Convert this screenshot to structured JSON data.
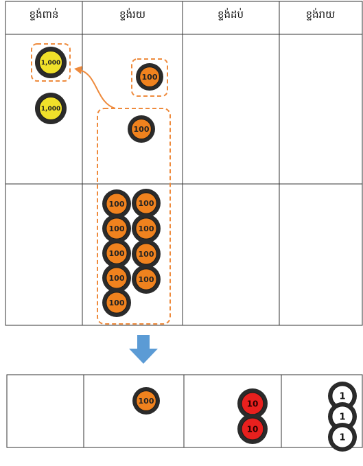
{
  "headers": [
    "ខ្ទង់ពាន់",
    "ខ្ទង់រយ",
    "ខ្ទង់ដប់",
    "ខ្ទង់រាយ"
  ],
  "colors": {
    "thousand_chip": "#f0e02a",
    "hundred_chip": "#f0821e",
    "ten_chip": "#e8201e",
    "one_chip": "#ffffff",
    "chip_ring": "#2b2b2b",
    "highlight": "#ee8a3c",
    "arrow": "#5b9bd5",
    "grid_line": "#333333"
  },
  "top_table": {
    "row1": {
      "thousands": [
        "1,000",
        "1,000"
      ],
      "hundreds_boxed_single": "100",
      "hundreds_group": [
        "100"
      ]
    },
    "row2": {
      "hundreds_group": [
        "100",
        "100",
        "100",
        "100",
        "100",
        "100",
        "100",
        "100",
        "100"
      ]
    }
  },
  "result_table": {
    "thousands": [],
    "hundreds": [
      "100"
    ],
    "tens": [
      "10",
      "10"
    ],
    "ones": [
      "1",
      "1",
      "1"
    ]
  }
}
